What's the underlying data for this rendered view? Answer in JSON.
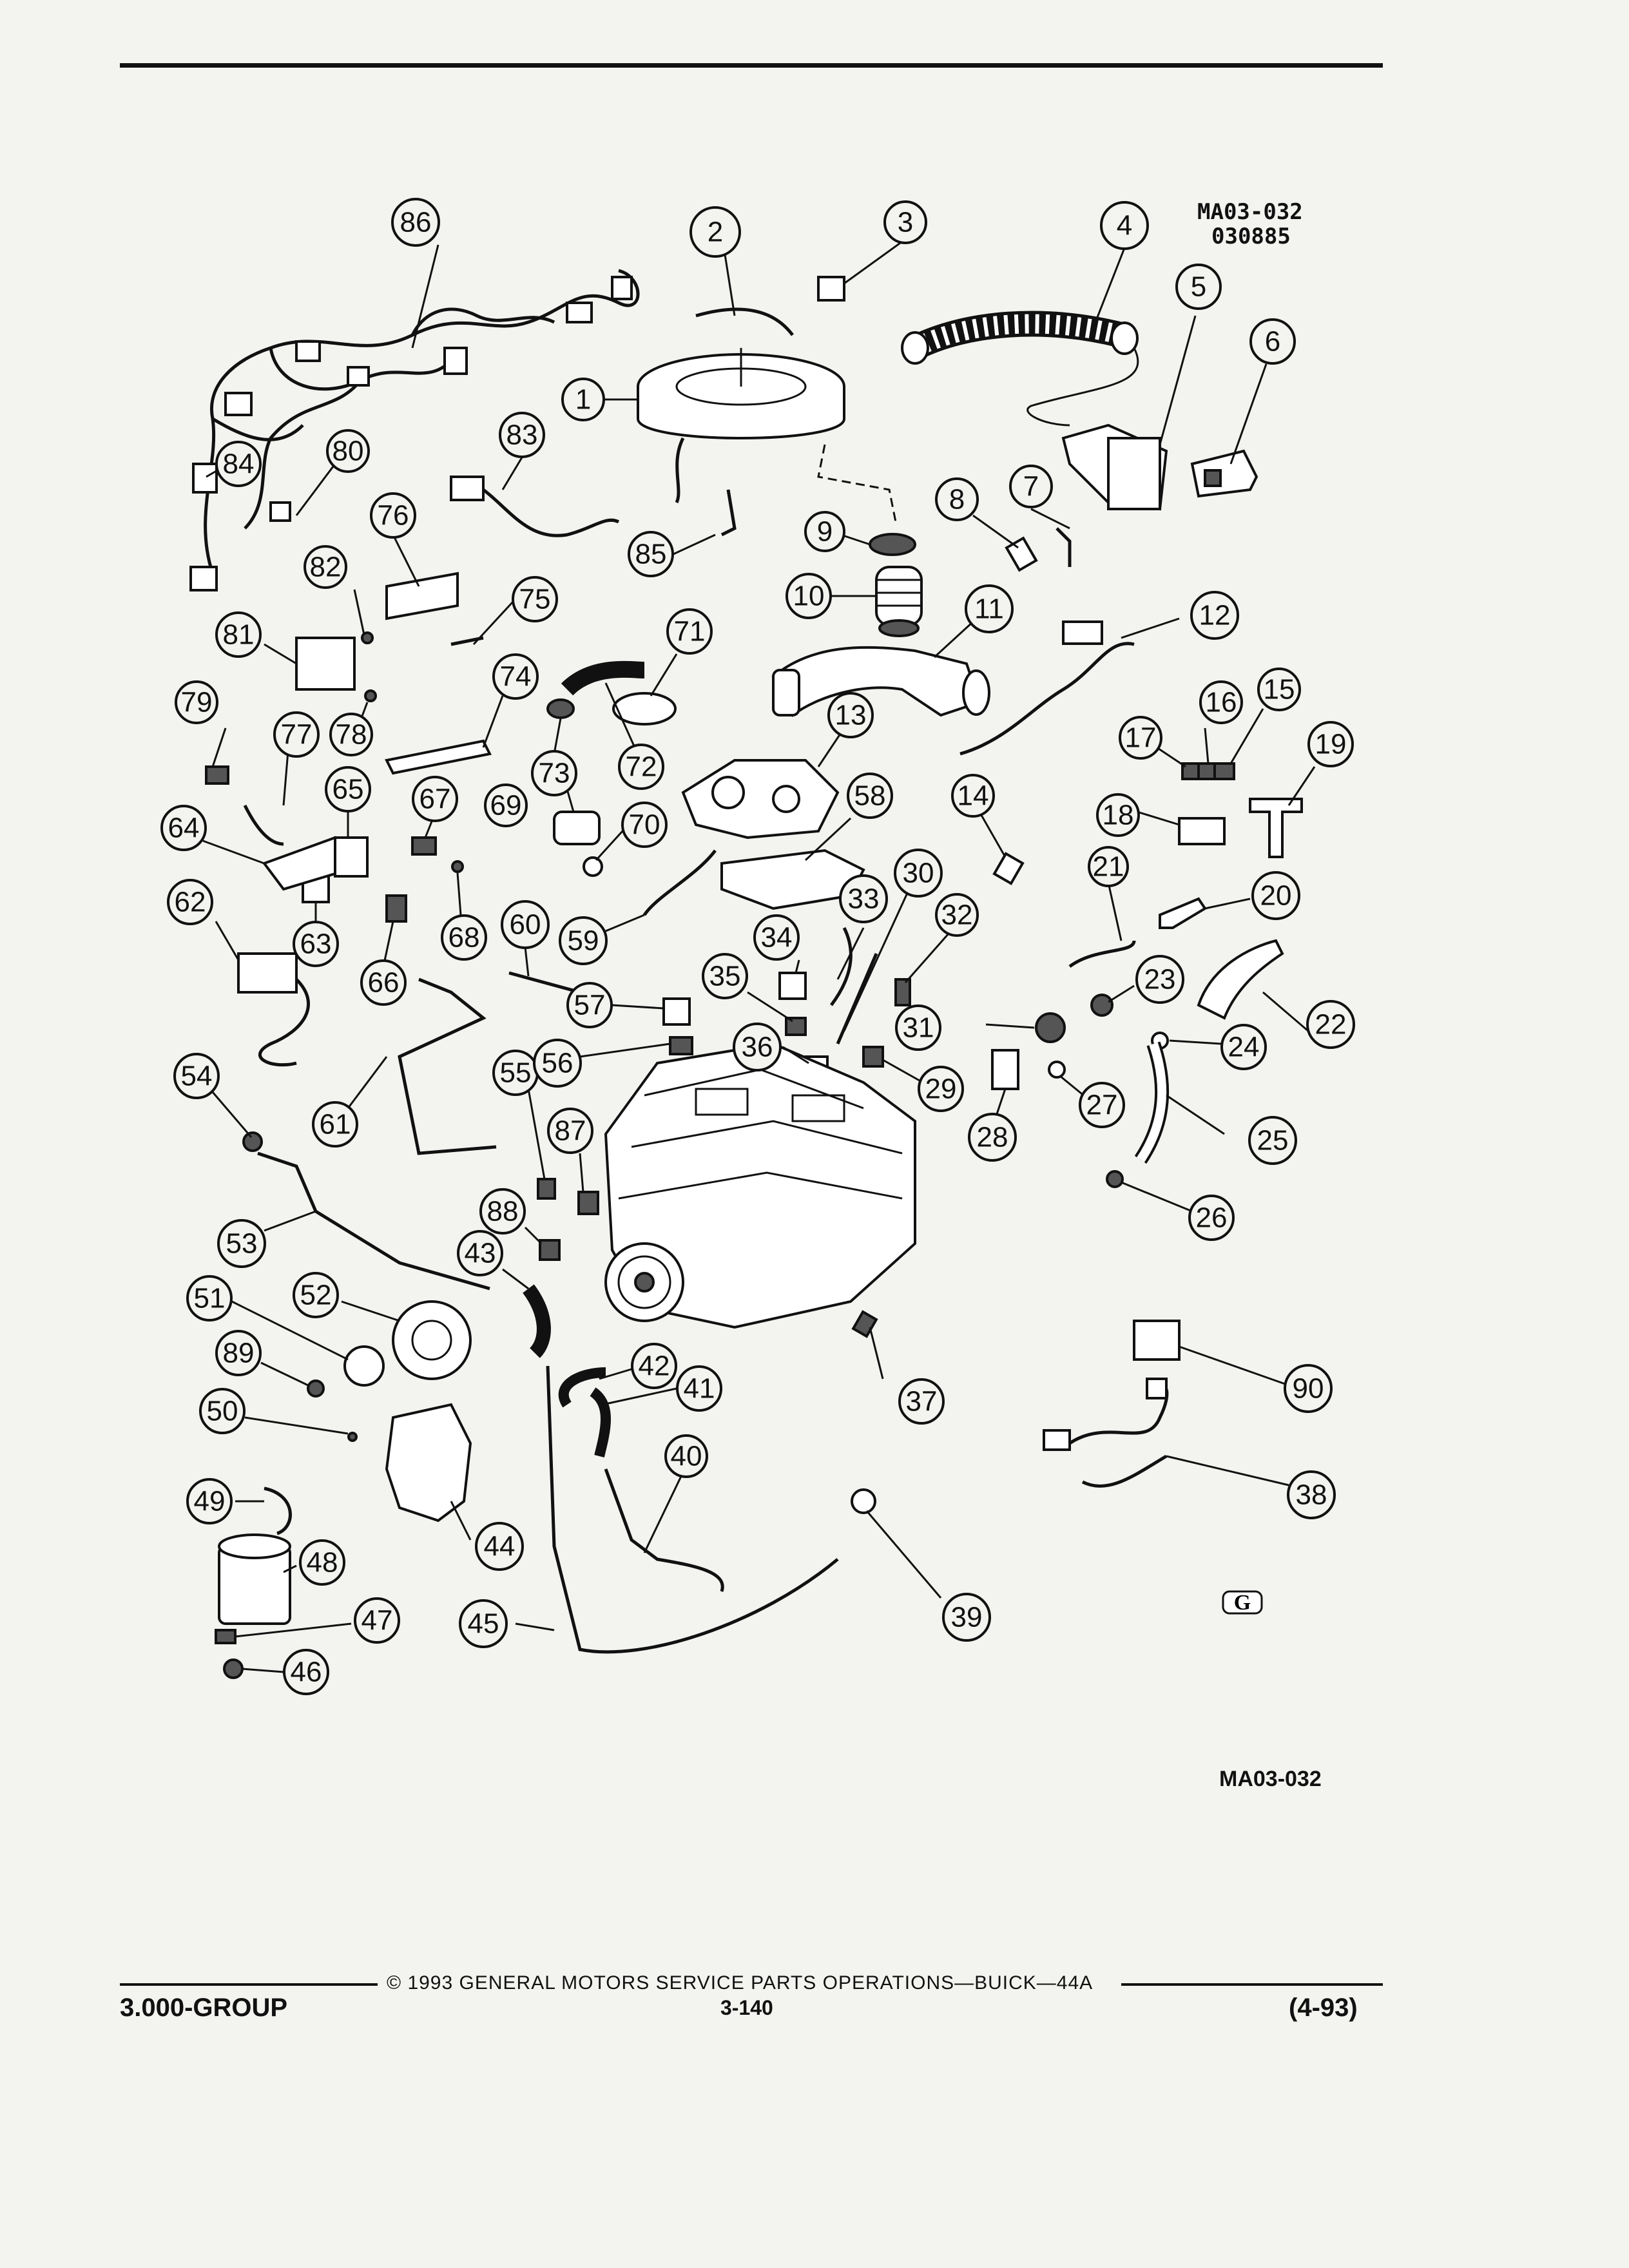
{
  "figure": {
    "code_top": "MA03-032",
    "code_top_sub": "030885",
    "code_bottom": "MA03-032",
    "symbol": "G"
  },
  "callouts": [
    "1",
    "2",
    "3",
    "4",
    "5",
    "6",
    "7",
    "8",
    "9",
    "10",
    "11",
    "12",
    "13",
    "14",
    "15",
    "16",
    "17",
    "18",
    "19",
    "20",
    "21",
    "22",
    "23",
    "24",
    "25",
    "26",
    "27",
    "28",
    "29",
    "30",
    "31",
    "32",
    "33",
    "34",
    "35",
    "36",
    "37",
    "38",
    "39",
    "40",
    "41",
    "42",
    "43",
    "44",
    "45",
    "46",
    "47",
    "48",
    "49",
    "50",
    "51",
    "52",
    "53",
    "54",
    "55",
    "56",
    "57",
    "58",
    "59",
    "60",
    "61",
    "62",
    "63",
    "64",
    "65",
    "66",
    "67",
    "68",
    "69",
    "70",
    "71",
    "72",
    "73",
    "74",
    "75",
    "76",
    "77",
    "78",
    "79",
    "80",
    "81",
    "82",
    "83",
    "84",
    "85",
    "86",
    "87",
    "88",
    "89",
    "90"
  ],
  "footer": {
    "copyright": "© 1993 GENERAL MOTORS SERVICE PARTS OPERATIONS—BUICK—44A",
    "group": "3.000-GROUP",
    "page": "3-140",
    "date": "(4-93)"
  }
}
